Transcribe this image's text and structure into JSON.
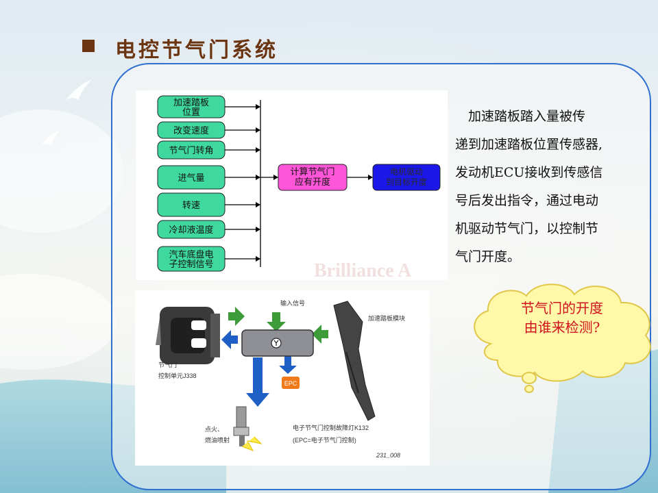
{
  "slide": {
    "title": "电控节气门系统",
    "description_lines": [
      "　加速踏板踏入量被传",
      "递到加速踏板位置传感器,",
      "发动机ECU接收到传感信",
      "号后发出指令，通过电动",
      "机驱动节气门，以控制节",
      "气门开度。"
    ],
    "callout_lines": [
      "节气门的开度",
      "由谁来检测?"
    ],
    "watermark": "Brilliance A"
  },
  "flow": {
    "inputs": [
      {
        "lines": [
          "加速踏板",
          "位置"
        ]
      },
      {
        "lines": [
          "改变速度"
        ]
      },
      {
        "lines": [
          "节气门转角"
        ]
      },
      {
        "lines": [
          "进气量"
        ]
      },
      {
        "lines": [
          "转速"
        ]
      },
      {
        "lines": [
          "冷却液温度"
        ]
      },
      {
        "lines": [
          "汽车底盘电",
          "子控制信号"
        ]
      }
    ],
    "compute_lines": [
      "计算节气门",
      "应有开度"
    ],
    "output_lines": [
      "电机驱动",
      "到目标开度"
    ],
    "colors": {
      "input": "#3fd9a0",
      "compute": "#ff55d8",
      "output": "#1a17e8",
      "line": "#000000"
    }
  },
  "photo": {
    "labels": {
      "input_signal": "输入信号",
      "pedal_module": "加速踏板模块",
      "throttle_unit": [
        "节气门",
        "控制单元J338"
      ],
      "epc": "EPC",
      "ignition": [
        "点火、",
        "燃油喷射"
      ],
      "fault_lamp": [
        "电子节气门控制故障灯K132",
        "(EPC=电子节气门控制)"
      ],
      "code": "231_008"
    },
    "colors": {
      "green_arrow": "#3d9b3a",
      "blue_arrow": "#1d5fc4",
      "epc": "#f07a1a"
    }
  }
}
